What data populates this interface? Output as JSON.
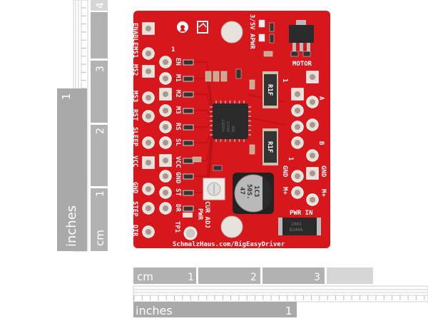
{
  "rulers": {
    "vertical_inches": {
      "unit": "inches",
      "ticks": [
        "1"
      ]
    },
    "vertical_cm": {
      "unit": "cm",
      "ticks": [
        "1",
        "2",
        "3",
        "4"
      ]
    },
    "horizontal_cm": {
      "unit": "cm",
      "ticks": [
        "1",
        "2",
        "3"
      ]
    },
    "horizontal_inches": {
      "unit": "inches",
      "ticks": [
        "1"
      ]
    }
  },
  "board": {
    "color": "#d6181c",
    "url": "SchmalzHaus.com/BigEasyDriver",
    "left_pins": [
      "ENABLE",
      "MS1",
      "MS2",
      "MS3",
      "RST",
      "SLEEP",
      "VCC",
      "GND",
      "STEP",
      "DIR"
    ],
    "header_pins": [
      "EN",
      "M1",
      "M2",
      "M3",
      "RS",
      "SL",
      "VCC",
      "GND",
      "ST",
      "DR"
    ],
    "header_pin1": "1",
    "jumper_label": "3/5V APWR",
    "motor_label": "MOTOR",
    "motor_pin1": "1",
    "coil_a": "A",
    "coil_b": "B",
    "power_in_label": "PWR IN",
    "power_pin1": "1",
    "power_left": [
      "GND",
      "M+"
    ],
    "power_right": [
      "GND",
      "M+"
    ],
    "current_adjust": "CUR ADJ",
    "pwr_led": "PWR",
    "testpoint": "TP1",
    "resistor_marking": "R1F",
    "capacitor_marking": [
      "47",
      "50S.",
      "1C3"
    ],
    "chip_marking": [
      "4988ET",
      "AB1C5",
      "BBR"
    ],
    "diode_marking": [
      "2003",
      "B340A"
    ]
  }
}
